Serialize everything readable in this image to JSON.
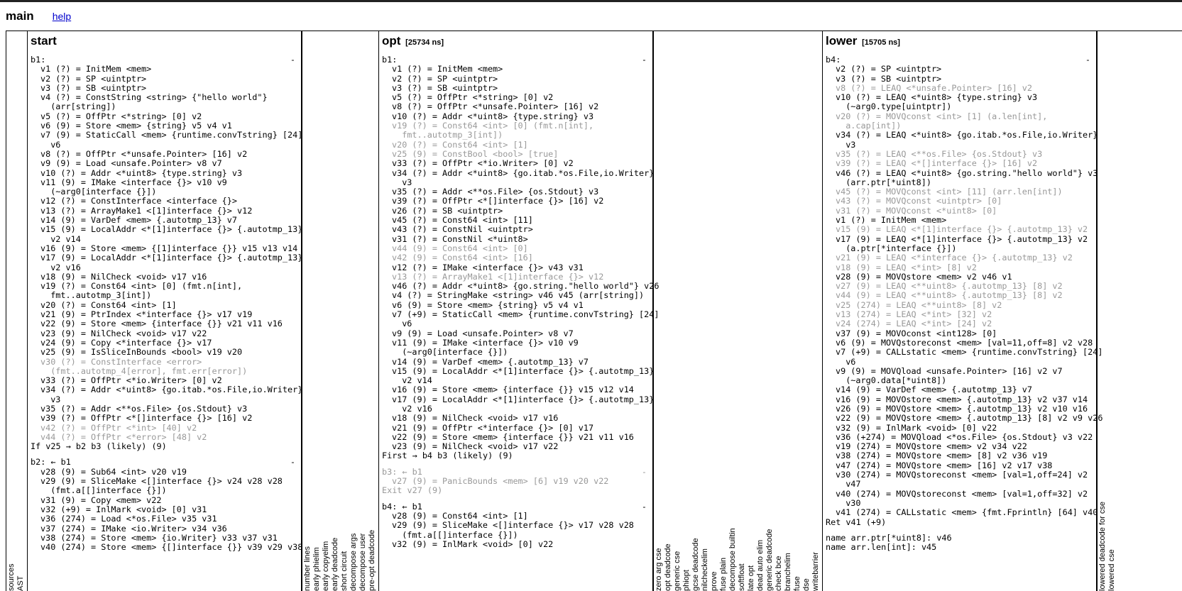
{
  "header": {
    "title": "main",
    "help": "help"
  },
  "left_tabs": [
    "sources",
    "AST"
  ],
  "middle_tabs": [
    "number lines",
    "early phielim",
    "early copyelim",
    "early deadcode",
    "short circuit",
    "decompose args",
    "decompose user",
    "pre-opt deadcode"
  ],
  "right_tabs": [
    "zero arg cse",
    "opt deadcode",
    "generic cse",
    "phiopt",
    "gcse deadcode",
    "nilcheckelim",
    "prove",
    "fuse plain",
    "decompose builtin",
    "softfloat",
    "late opt",
    "dead auto elim",
    "generic deadcode",
    "check bce",
    "branchelim",
    "fuse",
    "dse",
    "writebarrier"
  ],
  "far_right_tabs": [
    "lowered deadcode for cse",
    "lowered cse"
  ],
  "panels": {
    "start": {
      "title": "start",
      "ns": "",
      "blocks": [
        {
          "header": "b1:",
          "lines": [
            {
              "t": "v1 (?) = InitMem <mem>"
            },
            {
              "t": "v2 (?) = SP <uintptr>"
            },
            {
              "t": "v3 (?) = SB <uintptr>"
            },
            {
              "t": "v4 (?) = ConstString <string> {\"hello world\"}"
            },
            {
              "t": "  (arr[string])"
            },
            {
              "t": "v5 (?) = OffPtr <*string> [0] v2"
            },
            {
              "t": "v6 (9) = Store <mem> {string} v5 v4 v1"
            },
            {
              "t": "v7 (9) = StaticCall <mem> {runtime.convTstring} [24]"
            },
            {
              "t": "  v6"
            },
            {
              "t": "v8 (?) = OffPtr <*unsafe.Pointer> [16] v2"
            },
            {
              "t": "v9 (9) = Load <unsafe.Pointer> v8 v7"
            },
            {
              "t": "v10 (?) = Addr <*uint8> {type.string} v3"
            },
            {
              "t": "v11 (9) = IMake <interface {}> v10 v9"
            },
            {
              "t": "  (~arg0[interface {}])"
            },
            {
              "t": "v12 (?) = ConstInterface <interface {}>"
            },
            {
              "t": "v13 (?) = ArrayMake1 <[1]interface {}> v12"
            },
            {
              "t": "v14 (9) = VarDef <mem> {.autotmp_13} v7"
            },
            {
              "t": "v15 (9) = LocalAddr <*[1]interface {}> {.autotmp_13}"
            },
            {
              "t": "  v2 v14"
            },
            {
              "t": "v16 (9) = Store <mem> {[1]interface {}} v15 v13 v14"
            },
            {
              "t": "v17 (9) = LocalAddr <*[1]interface {}> {.autotmp_13}"
            },
            {
              "t": "  v2 v16"
            },
            {
              "t": "v18 (9) = NilCheck <void> v17 v16"
            },
            {
              "t": "v19 (?) = Const64 <int> [0] (fmt.n[int],"
            },
            {
              "t": "  fmt..autotmp_3[int])"
            },
            {
              "t": "v20 (?) = Const64 <int> [1]"
            },
            {
              "t": "v21 (9) = PtrIndex <*interface {}> v17 v19"
            },
            {
              "t": "v22 (9) = Store <mem> {interface {}} v21 v11 v16"
            },
            {
              "t": "v23 (9) = NilCheck <void> v17 v22"
            },
            {
              "t": "v24 (9) = Copy <*interface {}> v17"
            },
            {
              "t": "v25 (9) = IsSliceInBounds <bool> v19 v20"
            },
            {
              "t": "v30 (?) = ConstInterface <error>",
              "d": true
            },
            {
              "t": "  (fmt..autotmp_4[error], fmt.err[error])",
              "d": true
            },
            {
              "t": "v33 (?) = OffPtr <*io.Writer> [0] v2"
            },
            {
              "t": "v34 (?) = Addr <*uint8> {go.itab.*os.File,io.Writer}"
            },
            {
              "t": "  v3"
            },
            {
              "t": "v35 (?) = Addr <**os.File> {os.Stdout} v3"
            },
            {
              "t": "v39 (?) = OffPtr <*[]interface {}> [16] v2"
            },
            {
              "t": "v42 (?) = OffPtr <*int> [40] v2",
              "d": true
            },
            {
              "t": "v44 (?) = OffPtr <*error> [48] v2",
              "d": true
            }
          ],
          "footer": "If v25 → b2 b3 (likely) (9)"
        },
        {
          "header": "b2: ← b1",
          "lines": [
            {
              "t": "v28 (9) = Sub64 <int> v20 v19"
            },
            {
              "t": "v29 (9) = SliceMake <[]interface {}> v24 v28 v28"
            },
            {
              "t": "  (fmt.a[[]interface {}])"
            },
            {
              "t": "v31 (9) = Copy <mem> v22"
            },
            {
              "t": "v32 (+9) = InlMark <void> [0] v31"
            },
            {
              "t": "v36 (274) = Load <*os.File> v35 v31"
            },
            {
              "t": "v37 (274) = IMake <io.Writer> v34 v36"
            },
            {
              "t": "v38 (274) = Store <mem> {io.Writer} v33 v37 v31"
            },
            {
              "t": "v40 (274) = Store <mem> {[]interface {}} v39 v29 v38"
            }
          ],
          "footer": ""
        }
      ]
    },
    "opt": {
      "title": "opt",
      "ns": "[25734 ns]",
      "blocks": [
        {
          "header": "b1:",
          "lines": [
            {
              "t": "v1 (?) = InitMem <mem>"
            },
            {
              "t": "v2 (?) = SP <uintptr>"
            },
            {
              "t": "v3 (?) = SB <uintptr>"
            },
            {
              "t": "v5 (?) = OffPtr <*string> [0] v2"
            },
            {
              "t": "v8 (?) = OffPtr <*unsafe.Pointer> [16] v2"
            },
            {
              "t": "v10 (?) = Addr <*uint8> {type.string} v3"
            },
            {
              "t": "v19 (?) = Const64 <int> [0] (fmt.n[int],",
              "d": true
            },
            {
              "t": "  fmt..autotmp_3[int])",
              "d": true
            },
            {
              "t": "v20 (?) = Const64 <int> [1]",
              "d": true
            },
            {
              "t": "v25 (9) = ConstBool <bool> [true]",
              "d": true
            },
            {
              "t": "v33 (?) = OffPtr <*io.Writer> [0] v2"
            },
            {
              "t": "v34 (?) = Addr <*uint8> {go.itab.*os.File,io.Writer}"
            },
            {
              "t": "  v3"
            },
            {
              "t": "v35 (?) = Addr <**os.File> {os.Stdout} v3"
            },
            {
              "t": "v39 (?) = OffPtr <*[]interface {}> [16] v2"
            },
            {
              "t": "v26 (?) = SB <uintptr>"
            },
            {
              "t": "v45 (?) = Const64 <int> [11]"
            },
            {
              "t": "v43 (?) = ConstNil <uintptr>"
            },
            {
              "t": "v31 (?) = ConstNil <*uint8>"
            },
            {
              "t": "v44 (9) = Const64 <int> [0]",
              "d": true
            },
            {
              "t": "v42 (9) = Const64 <int> [16]",
              "d": true
            },
            {
              "t": "v12 (?) = IMake <interface {}> v43 v31"
            },
            {
              "t": "v13 (?) = ArrayMake1 <[1]interface {}> v12",
              "d": true
            },
            {
              "t": "v46 (?) = Addr <*uint8> {go.string.\"hello world\"} v26"
            },
            {
              "t": "v4 (?) = StringMake <string> v46 v45 (arr[string])"
            },
            {
              "t": "v6 (9) = Store <mem> {string} v5 v4 v1"
            },
            {
              "t": "v7 (+9) = StaticCall <mem> {runtime.convTstring} [24]"
            },
            {
              "t": "  v6"
            },
            {
              "t": "v9 (9) = Load <unsafe.Pointer> v8 v7"
            },
            {
              "t": "v11 (9) = IMake <interface {}> v10 v9"
            },
            {
              "t": "  (~arg0[interface {}])"
            },
            {
              "t": "v14 (9) = VarDef <mem> {.autotmp_13} v7"
            },
            {
              "t": "v15 (9) = LocalAddr <*[1]interface {}> {.autotmp_13}"
            },
            {
              "t": "  v2 v14"
            },
            {
              "t": "v16 (9) = Store <mem> {interface {}} v15 v12 v14"
            },
            {
              "t": "v17 (9) = LocalAddr <*[1]interface {}> {.autotmp_13}"
            },
            {
              "t": "  v2 v16"
            },
            {
              "t": "v18 (9) = NilCheck <void> v17 v16"
            },
            {
              "t": "v21 (9) = OffPtr <*interface {}> [0] v17"
            },
            {
              "t": "v22 (9) = Store <mem> {interface {}} v21 v11 v16"
            },
            {
              "t": "v23 (9) = NilCheck <void> v17 v22"
            }
          ],
          "footer": "First → b4 b3 (likely) (9)"
        },
        {
          "header": "b3: ← b1",
          "hdead": true,
          "lines": [
            {
              "t": "v27 (9) = PanicBounds <mem> [6] v19 v20 v22",
              "d": true
            }
          ],
          "footer": "Exit v27 (9)",
          "fdead": true
        },
        {
          "header": "b4: ← b1",
          "lines": [
            {
              "t": "v28 (9) = Const64 <int> [1]"
            },
            {
              "t": "v29 (9) = SliceMake <[]interface {}> v17 v28 v28"
            },
            {
              "t": "  (fmt.a[[]interface {}])"
            },
            {
              "t": "v32 (9) = InlMark <void> [0] v22"
            }
          ],
          "footer": ""
        }
      ]
    },
    "lower": {
      "title": "lower",
      "ns": "[15705 ns]",
      "blocks": [
        {
          "header": "b4:",
          "lines": [
            {
              "t": "v2 (?) = SP <uintptr>"
            },
            {
              "t": "v3 (?) = SB <uintptr>"
            },
            {
              "t": "v8 (?) = LEAQ <*unsafe.Pointer> [16] v2",
              "d": true
            },
            {
              "t": "v10 (?) = LEAQ <*uint8> {type.string} v3"
            },
            {
              "t": "  (~arg0.type[uintptr])"
            },
            {
              "t": "v20 (?) = MOVQconst <int> [1] (a.len[int],",
              "d": true
            },
            {
              "t": "  a.cap[int])",
              "d": true
            },
            {
              "t": "v34 (?) = LEAQ <*uint8> {go.itab.*os.File,io.Writer}"
            },
            {
              "t": "  v3"
            },
            {
              "t": "v35 (?) = LEAQ <**os.File> {os.Stdout} v3",
              "d": true
            },
            {
              "t": "v39 (?) = LEAQ <*[]interface {}> [16] v2",
              "d": true
            },
            {
              "t": "v46 (?) = LEAQ <*uint8> {go.string.\"hello world\"} v3"
            },
            {
              "t": "  (arr.ptr[*uint8])"
            },
            {
              "t": "v45 (?) = MOVQconst <int> [11] (arr.len[int])",
              "d": true
            },
            {
              "t": "v43 (?) = MOVQconst <uintptr> [0]",
              "d": true
            },
            {
              "t": "v31 (?) = MOVQconst <*uint8> [0]",
              "d": true
            },
            {
              "t": "v1 (?) = InitMem <mem>"
            },
            {
              "t": "v15 (9) = LEAQ <*[1]interface {}> {.autotmp_13} v2",
              "d": true
            },
            {
              "t": "v17 (9) = LEAQ <*[1]interface {}> {.autotmp_13} v2"
            },
            {
              "t": "  (a.ptr[*interface {}])"
            },
            {
              "t": "v21 (9) = LEAQ <*interface {}> {.autotmp_13} v2",
              "d": true
            },
            {
              "t": "v18 (9) = LEAQ <*int> [8] v2",
              "d": true
            },
            {
              "t": "v28 (9) = MOVQstore <mem> v2 v46 v1"
            },
            {
              "t": "v27 (9) = LEAQ <**uint8> {.autotmp_13} [8] v2",
              "d": true
            },
            {
              "t": "v44 (9) = LEAQ <**uint8> {.autotmp_13} [8] v2",
              "d": true
            },
            {
              "t": "v25 (274) = LEAQ <**uint8> [8] v2",
              "d": true,
              "s": true
            },
            {
              "t": "v13 (274) = LEAQ <*int> [32] v2",
              "d": true,
              "s": true
            },
            {
              "t": "v24 (274) = LEAQ <*int> [24] v2",
              "d": true,
              "s": true
            },
            {
              "t": "v37 (9) = MOVOconst <int128> [0]"
            },
            {
              "t": "v6 (9) = MOVQstoreconst <mem> [val=11,off=8] v2 v28"
            },
            {
              "t": "v7 (+9) = CALLstatic <mem> {runtime.convTstring} [24]"
            },
            {
              "t": "  v6"
            },
            {
              "t": "v9 (9) = MOVQload <unsafe.Pointer> [16] v2 v7"
            },
            {
              "t": "  (~arg0.data[*uint8])"
            },
            {
              "t": "v14 (9) = VarDef <mem> {.autotmp_13} v7"
            },
            {
              "t": "v16 (9) = MOVOstore <mem> {.autotmp_13} v2 v37 v14"
            },
            {
              "t": "v26 (9) = MOVQstore <mem> {.autotmp_13} v2 v10 v16"
            },
            {
              "t": "v22 (9) = MOVQstore <mem> {.autotmp_13} [8] v2 v9 v26"
            },
            {
              "t": "v32 (9) = InlMark <void> [0] v22"
            },
            {
              "t": "v36 (+274) = MOVQload <*os.File> {os.Stdout} v3 v22"
            },
            {
              "t": "v19 (274) = MOVQstore <mem> v2 v34 v22",
              "s": true
            },
            {
              "t": "v38 (274) = MOVQstore <mem> [8] v2 v36 v19",
              "s": true
            },
            {
              "t": "v47 (274) = MOVQstore <mem> [16] v2 v17 v38",
              "s": true
            },
            {
              "t": "v30 (274) = MOVQstoreconst <mem> [val=1,off=24] v2",
              "s": true
            },
            {
              "t": "  v47"
            },
            {
              "t": "v40 (274) = MOVQstoreconst <mem> [val=1,off=32] v2",
              "s": true
            },
            {
              "t": "  v30"
            },
            {
              "t": "v41 (274) = CALLstatic <mem> {fmt.Fprintln} [64] v40"
            }
          ],
          "footer": "Ret v41 (+9)"
        }
      ],
      "names": [
        "name arr.ptr[*uint8]: v46",
        "name arr.len[int]: v45"
      ]
    }
  }
}
